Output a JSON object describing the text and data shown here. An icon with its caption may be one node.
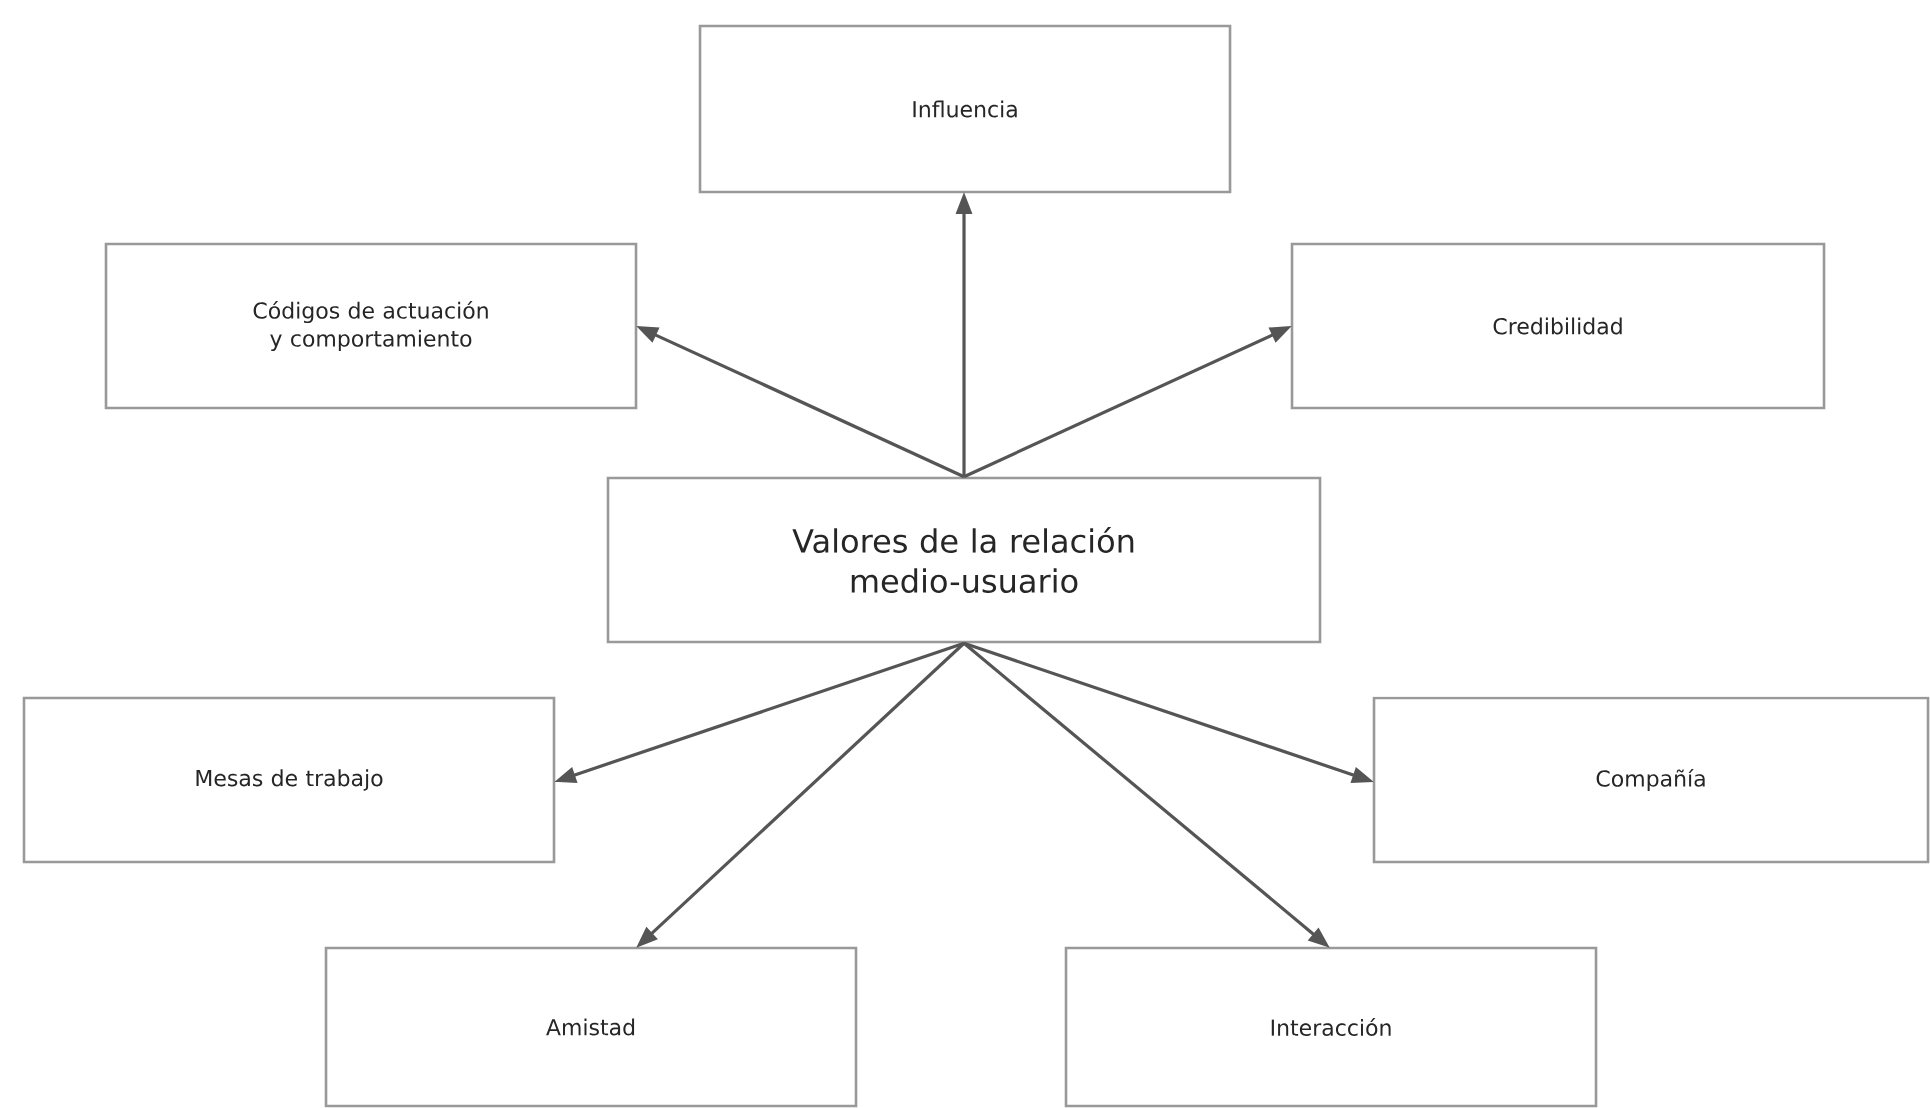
{
  "diagram": {
    "nodes": [
      {
        "text": [
          "Influencia"
        ]
      },
      {
        "text": [
          "Códigos de actuación y comportamiento"
        ]
      },
      {
        "text": [
          "Credibilidad"
        ]
      },
      {
        "text": [
          "Valores de la relación medio-usuario"
        ]
      },
      {
        "text": [
          "Mesas de trabajo"
        ]
      },
      {
        "text": [
          "Compañía"
        ]
      },
      {
        "text": [
          "Amistad"
        ]
      },
      {
        "text": [
          "Interacción"
        ]
      }
    ],
    "edges": [
      {
        "from": 3,
        "to": 0,
        "arrow": "to"
      },
      {
        "from": 3,
        "to": 1,
        "arrow": "to"
      },
      {
        "from": 3,
        "to": 2,
        "arrow": "to"
      },
      {
        "from": 3,
        "to": 4,
        "arrow": "to"
      },
      {
        "from": 3,
        "to": 5,
        "arrow": "to"
      },
      {
        "from": 3,
        "to": 6,
        "arrow": "to"
      },
      {
        "from": 3,
        "to": 7,
        "arrow": "to"
      }
    ]
  }
}
